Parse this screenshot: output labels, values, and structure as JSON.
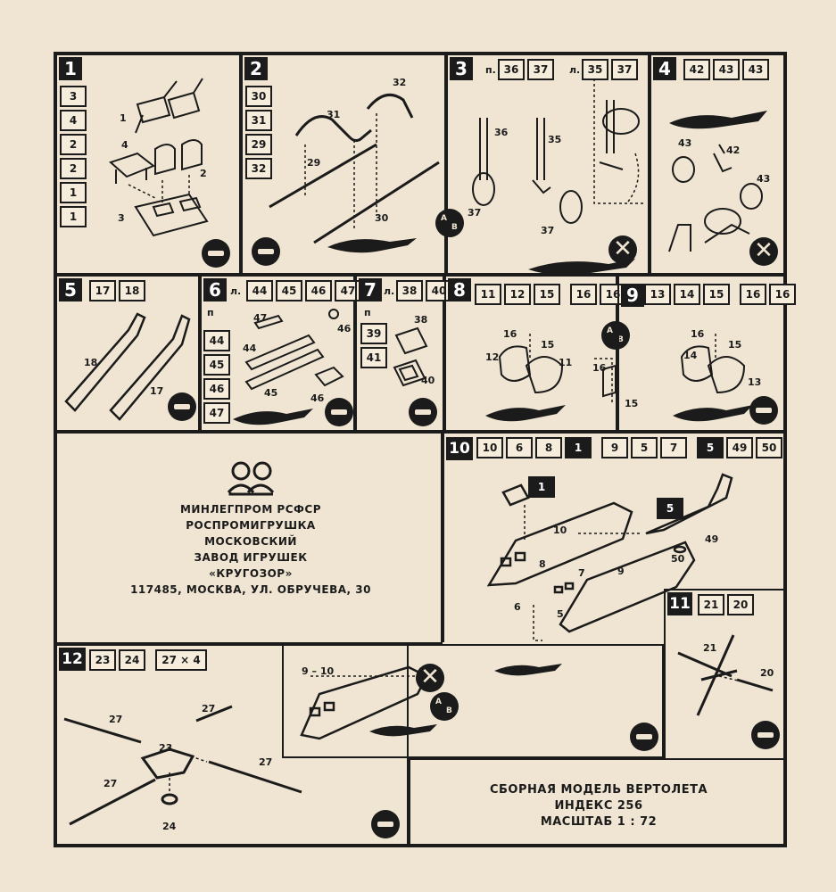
{
  "steps": {
    "s1": {
      "num": "1",
      "parts": [
        "3",
        "4",
        "2",
        "2",
        "1",
        "1"
      ],
      "labels": [
        "1",
        "4",
        "2",
        "3"
      ]
    },
    "s2": {
      "num": "2",
      "parts": [
        "30",
        "31",
        "29",
        "32"
      ],
      "labels": [
        "32",
        "31",
        "29",
        "30"
      ]
    },
    "s3": {
      "num": "3",
      "prefix_left": "п.",
      "chips_left": [
        "36",
        "37"
      ],
      "prefix_right": "л.",
      "chips_right": [
        "35",
        "37"
      ],
      "labels": [
        "36",
        "35",
        "37",
        "37"
      ]
    },
    "s4": {
      "num": "4",
      "chips": [
        "42",
        "43",
        "43"
      ],
      "labels": [
        "43",
        "42",
        "43"
      ]
    },
    "s5": {
      "num": "5",
      "chips": [
        "17",
        "18"
      ],
      "labels": [
        "18",
        "17"
      ]
    },
    "s6": {
      "num": "6",
      "prefix": "л.",
      "chips": [
        "44",
        "45",
        "46",
        "47"
      ],
      "col_prefix": "п",
      "col": [
        "44",
        "45",
        "46",
        "47"
      ],
      "labels": [
        "47",
        "46",
        "44",
        "45",
        "46"
      ]
    },
    "s7": {
      "num": "7",
      "prefix": "л.",
      "chips": [
        "38",
        "40"
      ],
      "col_prefix": "п",
      "col": [
        "39",
        "41"
      ],
      "labels": [
        "38",
        "40"
      ]
    },
    "s8": {
      "num": "8",
      "chips": [
        "11",
        "12",
        "15",
        "16",
        "16"
      ],
      "labels": [
        "16",
        "15",
        "12",
        "11",
        "16",
        "15"
      ]
    },
    "s9": {
      "num": "9",
      "chips": [
        "13",
        "14",
        "15",
        "16",
        "16"
      ],
      "labels": [
        "16",
        "15",
        "14",
        "13"
      ]
    },
    "s10": {
      "num": "10",
      "chips": [
        "10",
        "6",
        "8",
        "1",
        "9",
        "5",
        "7",
        "5",
        "49",
        "50"
      ],
      "labels": [
        "1",
        "5",
        "10",
        "8",
        "7",
        "9",
        "6",
        "5",
        "49",
        "50"
      ]
    },
    "s11": {
      "num": "11",
      "chips": [
        "21",
        "20"
      ],
      "labels": [
        "21",
        "20"
      ]
    },
    "s12": {
      "num": "12",
      "chips": [
        "23",
        "24",
        "27 × 4"
      ],
      "labels": [
        "27",
        "27",
        "23",
        "27",
        "27",
        "24"
      ]
    }
  },
  "sub_assembly_label": "9 – 10",
  "ab_marks": {
    "a": "А",
    "b": "В"
  },
  "publisher": {
    "line1": "МИНЛЕГПРОМ РСФСР",
    "line2": "РОСПРОМИГРУШКА",
    "line3": "МОСКОВСКИЙ",
    "line4": "ЗАВОД ИГРУШЕК",
    "line5": "«КРУГОЗОР»",
    "address": "117485, МОСКВА, УЛ. ОБРУЧЕВА, 30"
  },
  "product": {
    "title": "СБОРНАЯ МОДЕЛЬ ВЕРТОЛЕТА",
    "index": "ИНДЕКС 256",
    "scale": "МАСШТАБ 1 : 72"
  }
}
